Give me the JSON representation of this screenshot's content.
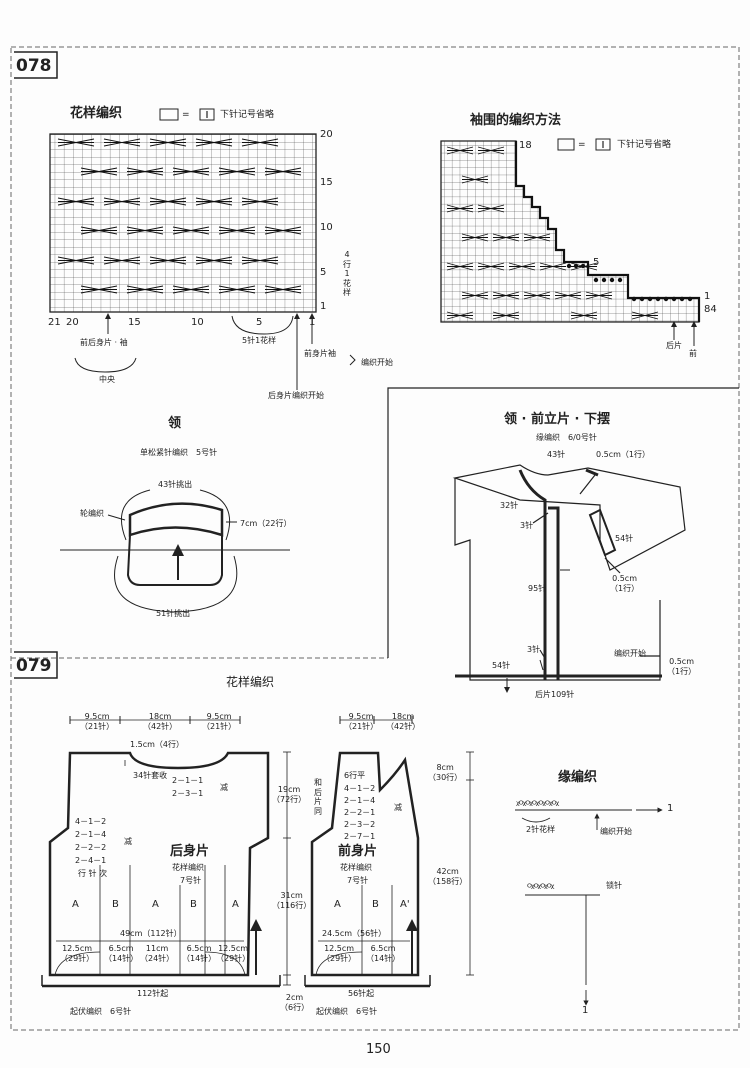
{
  "sections": {
    "s078": "078",
    "s079": "079"
  },
  "pattern_chart": {
    "title": "花样编织",
    "legend": "下针记号省略",
    "row_labels": [
      "20",
      "15",
      "10",
      "5",
      "1"
    ],
    "side_label": "4\n行\n1\n花\n样",
    "col_labels": [
      "21",
      "20",
      "15",
      "10",
      "5",
      "1"
    ],
    "repeat_label": "5针1花样",
    "front_back_label": "前后身片 · 袖",
    "center_label": "中央",
    "front_sleeve_label": "前身片袖",
    "start_label": "编织开始",
    "back_start_label": "后身片编织开始"
  },
  "armhole_chart": {
    "title": "袖围的编织方法",
    "legend": "下针记号省略",
    "row_labels": [
      "18",
      "5",
      "1"
    ],
    "col_labels": [
      "84"
    ],
    "back_label": "后片",
    "front_label": "前"
  },
  "collar": {
    "title": "领",
    "method": "单松紧针编织　5号针",
    "top_pickup": "43针挑出",
    "bottom_pickup": "51针挑出",
    "round_label": "轮编织",
    "height": "7cm（22行）"
  },
  "band_section": {
    "title": "领 · 前立片 · 下摆",
    "subtitle": "缘编织　6/0号针",
    "stitches_top": "43针",
    "width_top": "0.5cm（1行）",
    "stitches_32": "32针",
    "stitches_3a": "3针",
    "stitches_95": "95针",
    "stitches_3b": "3针",
    "stitches_54a": "54针",
    "stitches_54b": "54针",
    "sleeve_width": "0.5cm\n（1行）",
    "start_label": "编织开始",
    "hem_width": "0.5cm\n（1行）",
    "back_stitches": "后片109针"
  },
  "s079_title": "花样编织",
  "back_piece": {
    "dims_top": [
      "9.5cm\n（21针）",
      "18cm\n（42针）",
      "9.5cm\n（21针）"
    ],
    "neck_depth": "1.5cm（4行）",
    "neck_bindoff": "34针套收",
    "neck_dec": [
      "2－1－1",
      "2－3－1"
    ],
    "dec_word": "减",
    "armhole_dec": [
      "4－1－2",
      "2－1－4",
      "2－2－2",
      "2－4－1"
    ],
    "armhole_dec_word": "减",
    "row_note": "行 针 次",
    "name": "后身片",
    "pattern": "花样编织",
    "needle": "7号针",
    "pattern_cols": [
      "A",
      "B",
      "A",
      "B",
      "A"
    ],
    "total_width": "49cm（112针）",
    "segments": [
      "12.5cm\n（29针）",
      "6.5cm\n（14针）",
      "11cm\n（24针）",
      "6.5cm\n（14针）",
      "12.5cm\n（29针）"
    ],
    "cast_on": "112针起",
    "bottom_note": "起伏编织　6号针"
  },
  "vertical_dims": {
    "armhole": "19cm\n（72行）",
    "same_note": "和\n后\n片\n同",
    "body": "31cm\n（116行）",
    "rib": "2cm\n（6行）"
  },
  "front_piece": {
    "dims_top": [
      "9.5cm\n（21针）",
      "18cm\n（42针）"
    ],
    "neck_dec": [
      "6行平",
      "4－1－2",
      "2－1－4",
      "2－2－1",
      "2－3－2",
      "2－7－1"
    ],
    "dec_word": "减",
    "name": "前身片",
    "pattern": "花样编织",
    "needle": "7号针",
    "pattern_cols": [
      "A",
      "B",
      "A'"
    ],
    "total_width": "24.5cm（56针）",
    "segments": [
      "12.5cm\n（29针）",
      "6.5cm\n（14针）"
    ],
    "cast_on": "56针起",
    "bottom_note": "起伏编织　6号针",
    "neck_depth": "8cm\n（30行）",
    "length": "42cm\n（158行）"
  },
  "edge_chart": {
    "title": "缘编织",
    "repeat": "2针花样",
    "start": "编织开始",
    "arrow1": "1",
    "chain": "锁针",
    "arrow2": "1"
  },
  "page_number": "150"
}
